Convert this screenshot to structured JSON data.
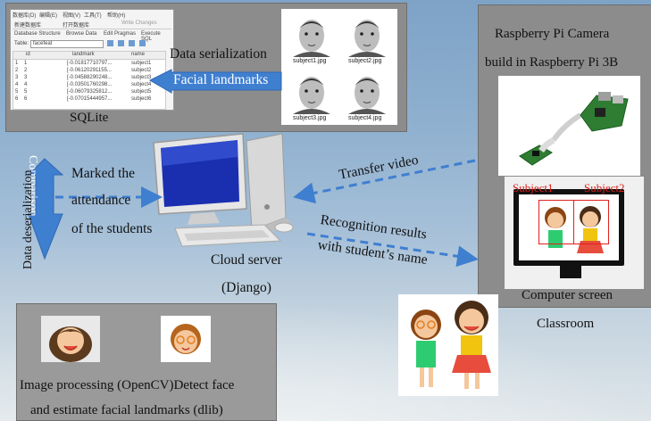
{
  "sqlite": {
    "menu": [
      "数据库(D)",
      "编辑(E)",
      "视图(V)",
      "工具(T)",
      "帮助(H)"
    ],
    "toolbar": [
      "新建数据库",
      "打开数据库",
      "Write Changes"
    ],
    "tabs": [
      "Database Structure",
      "Browse Data",
      "Edit Pragmas",
      "Execute SQL"
    ],
    "table_label": "Table:",
    "table_name": "facefeat",
    "columns": [
      "id",
      "landmark",
      "name"
    ],
    "rows": [
      [
        "1",
        "1",
        "[-0.01817710797...",
        "subject1"
      ],
      [
        "2",
        "2",
        "[-0.06120291155...",
        "subject2"
      ],
      [
        "3",
        "3",
        "[-0.04588290248...",
        "subject3"
      ],
      [
        "4",
        "4",
        "[-0.03501760298...",
        "subject4"
      ],
      [
        "5",
        "5",
        "[-0.06079325812...",
        "subject5"
      ],
      [
        "6",
        "6",
        "[-0.07015444957...",
        "subject6"
      ]
    ],
    "label": "SQLite"
  },
  "faces": [
    {
      "caption": "subject1.jpg"
    },
    {
      "caption": "subject2.jpg"
    },
    {
      "caption": "subject3.jpg"
    },
    {
      "caption": "subject4.jpg"
    }
  ],
  "labels": {
    "data_serialization": "Data serialization",
    "facial_landmarks": "Facial landmarks",
    "camera_line1": "Raspberry Pi Camera",
    "camera_line2": "build in Raspberry Pi 3B",
    "subject1": "Subject1",
    "subject2": "Subject2",
    "computer_screen": "Computer screen",
    "classroom": "Classroom",
    "transfer_video": "Transfer video",
    "recognition_line1": "Recognition results",
    "recognition_line2": "with student’s name",
    "marked1": "Marked the",
    "marked2": "attendance",
    "marked3": "of the students",
    "comparison": "Comparison",
    "data_deserialization": "Data deserialization",
    "cloud_server": "Cloud server",
    "django": "(Django)",
    "processing_line1": "Image processing (OpenCV)Detect face",
    "processing_line2": "and estimate facial landmarks (dlib)"
  },
  "colors": {
    "arrow_blue": "#3f7fd0",
    "subject_red": "#e0201c",
    "panel_gray": "#8c8c8c"
  }
}
